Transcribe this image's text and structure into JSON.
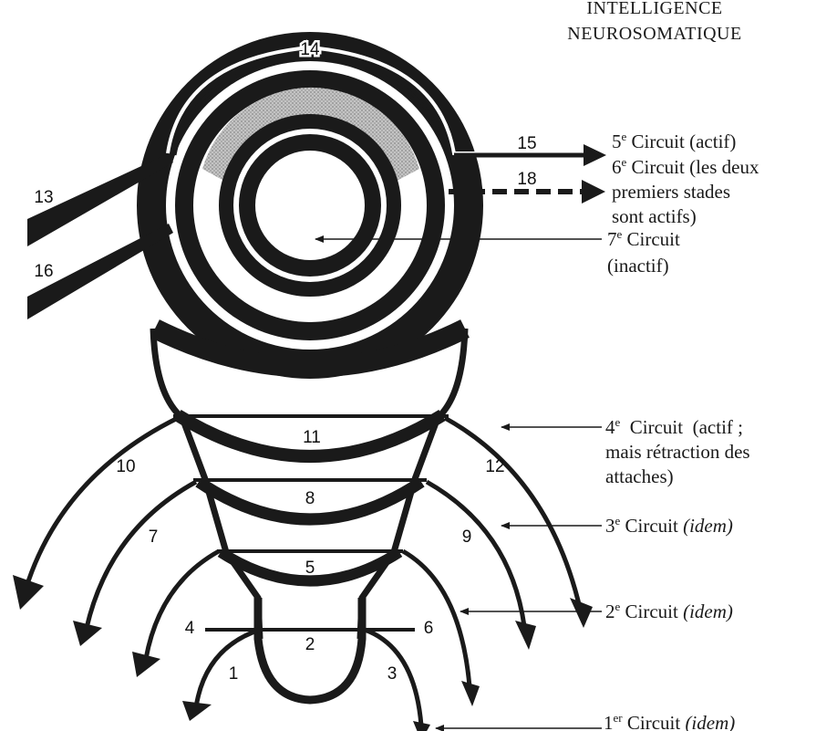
{
  "title": {
    "line1": "INTELLIGENCE",
    "line2": "NEUROSOMATIQUE"
  },
  "labels": {
    "c5": {
      "num": "5",
      "sup": "e",
      "text": " Circuit (actif)"
    },
    "c6_line1": {
      "num": "6",
      "sup": "e",
      "text": " Circuit (les deux"
    },
    "c6_line2": "premiers stades",
    "c6_line3": "sont actifs)",
    "c7_line1": {
      "num": "7",
      "sup": "e",
      "text": " Circuit"
    },
    "c7_line2": "(inactif)",
    "c4_line1": {
      "num": "4",
      "sup": "e",
      "text": "  Circuit  (actif ;"
    },
    "c4_line2": "mais rétraction des",
    "c4_line3": "attaches)",
    "c3": {
      "num": "3",
      "sup": "e",
      "text": " Circuit ",
      "italic": "(idem)"
    },
    "c2": {
      "num": "2",
      "sup": "e",
      "text": " Circuit ",
      "italic": "(idem)"
    },
    "c1": {
      "num": "1",
      "sup": "er",
      "text": " Circuit ",
      "italic": "(idem)"
    }
  },
  "numbers": [
    "1",
    "2",
    "3",
    "4",
    "5",
    "6",
    "7",
    "8",
    "9",
    "10",
    "11",
    "12",
    "13",
    "14",
    "15",
    "16",
    "18"
  ],
  "colors": {
    "ink": "#1a1a1a",
    "grey_arc": "#a8a8a8",
    "paper": "#ffffff"
  }
}
